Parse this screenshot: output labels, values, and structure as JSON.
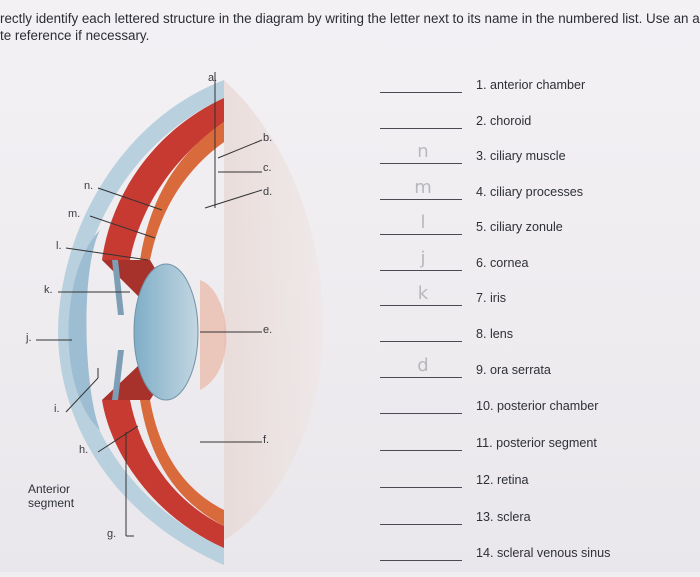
{
  "instructions": {
    "line1": "rectly identify each lettered structure in the diagram by writing the letter next to its name in the numbered list. Use an appro-",
    "line2": "te reference if necessary."
  },
  "diagram": {
    "labels": [
      "a.",
      "b.",
      "c.",
      "d.",
      "e.",
      "f.",
      "g.",
      "h.",
      "i.",
      "j.",
      "k.",
      "l.",
      "m.",
      "n."
    ],
    "anterior_segment": [
      "Anterior",
      "segment"
    ]
  },
  "list_items": [
    {
      "label": "1. anterior chamber",
      "answer": ""
    },
    {
      "label": "2. choroid",
      "answer": ""
    },
    {
      "label": "3. ciliary muscle",
      "answer": "n"
    },
    {
      "label": "4. ciliary processes",
      "answer": "m"
    },
    {
      "label": "5. ciliary zonule",
      "answer": "l"
    },
    {
      "label": "6. cornea",
      "answer": "j"
    },
    {
      "label": "7. iris",
      "answer": "k"
    },
    {
      "label": "8. lens",
      "answer": ""
    },
    {
      "label": "9. ora serrata",
      "answer": "d"
    },
    {
      "label": "10. posterior chamber",
      "answer": ""
    },
    {
      "label": "11. posterior segment",
      "answer": ""
    },
    {
      "label": "12. retina",
      "answer": ""
    },
    {
      "label": "13. sclera",
      "answer": ""
    },
    {
      "label": "14. scleral venous sinus",
      "answer": ""
    }
  ]
}
